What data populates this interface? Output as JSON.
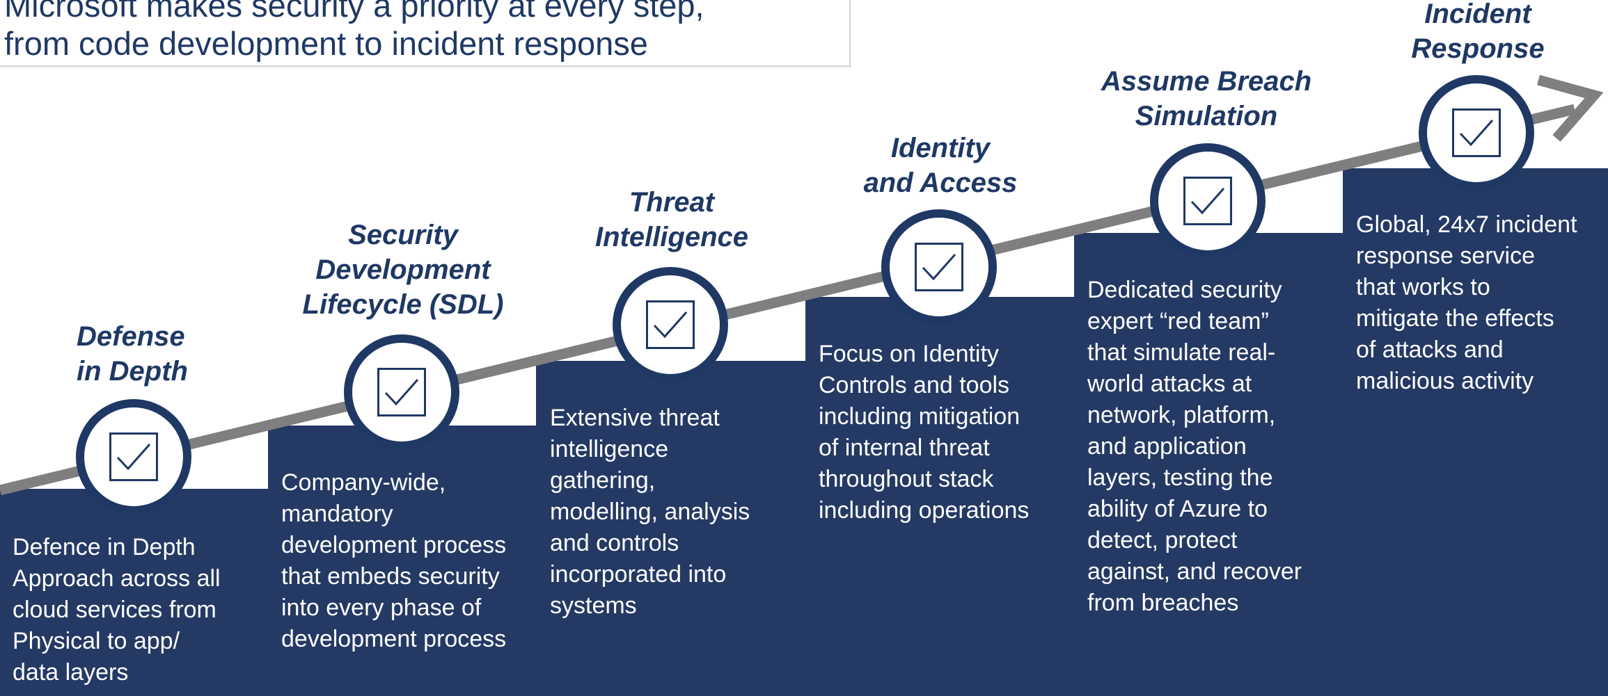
{
  "header": {
    "line1": "Microsoft makes security a priority at every step,",
    "line2": "from code development to incident response"
  },
  "colors": {
    "navy": "#243a64",
    "title_blue": "#1f3864",
    "arrow_gray": "#7f7f7f"
  },
  "icon": "checkbox-check-icon",
  "steps": [
    {
      "title": "Defense\nin Depth",
      "description": "Defence in Depth\nApproach across all\ncloud services from\nPhysical to app/\ndata layers"
    },
    {
      "title": "Security\nDevelopment\nLifecycle (SDL)",
      "description": "Company-wide,\nmandatory\ndevelopment process\nthat embeds security\ninto every phase of\ndevelopment process"
    },
    {
      "title": "Threat\nIntelligence",
      "description": "Extensive threat\nintelligence\ngathering,\nmodelling, analysis\nand controls\nincorporated into\nsystems"
    },
    {
      "title": "Identity\nand Access",
      "description": "Focus on Identity\nControls and tools\nincluding mitigation\nof internal threat\nthroughout stack\nincluding operations"
    },
    {
      "title": "Assume Breach\nSimulation",
      "description": "Dedicated security\nexpert “red team”\nthat simulate real-\nworld attacks at\nnetwork, platform,\nand application\nlayers, testing the\nability of Azure to\ndetect, protect\nagainst, and recover\nfrom breaches"
    },
    {
      "title": "Incident\nResponse",
      "description": "Global, 24x7 incident\nresponse service\nthat works to\nmitigate the effects\nof attacks and\nmalicious activity"
    }
  ]
}
